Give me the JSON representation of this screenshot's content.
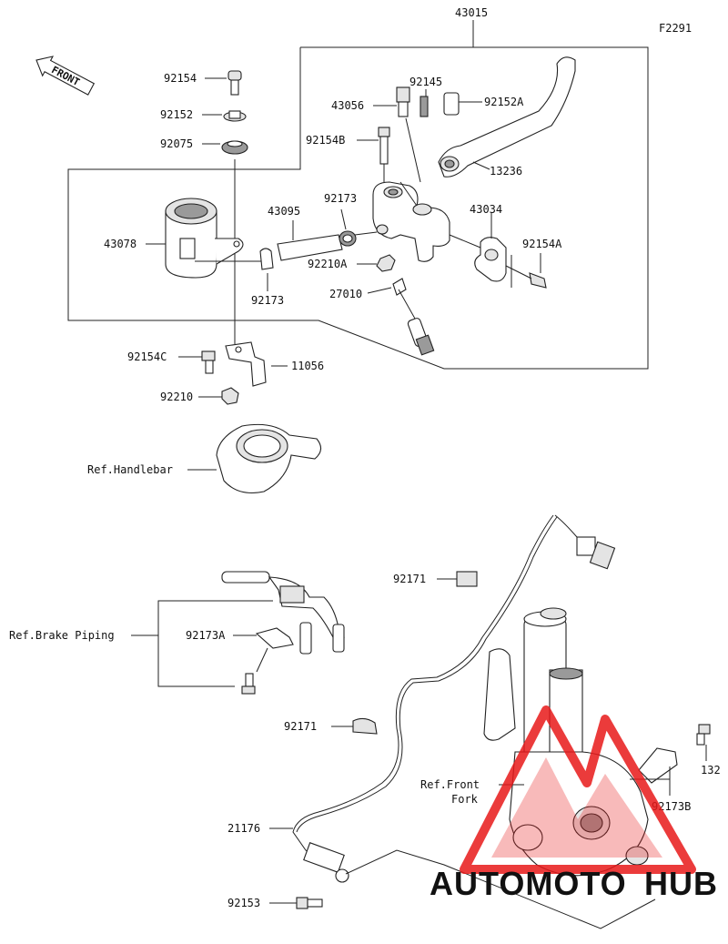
{
  "diagram": {
    "code": "F2291",
    "front_label": "FRONT",
    "assembly_label": "43015",
    "part_labels": [
      {
        "id": "92154"
      },
      {
        "id": "92152"
      },
      {
        "id": "92075"
      },
      {
        "id": "43078"
      },
      {
        "id": "43095"
      },
      {
        "id": "92173"
      },
      {
        "id": "92173"
      },
      {
        "id": "43056"
      },
      {
        "id": "92145"
      },
      {
        "id": "92152A"
      },
      {
        "id": "92154B"
      },
      {
        "id": "13236"
      },
      {
        "id": "43034"
      },
      {
        "id": "92154A"
      },
      {
        "id": "92210A"
      },
      {
        "id": "27010"
      },
      {
        "id": "92154C"
      },
      {
        "id": "11056"
      },
      {
        "id": "92210"
      },
      {
        "id": "92171"
      },
      {
        "id": "92173A"
      },
      {
        "id": "92171"
      },
      {
        "id": "132"
      },
      {
        "id": "92173B"
      },
      {
        "id": "21176"
      },
      {
        "id": "92153"
      }
    ],
    "ref_labels": {
      "handlebar": "Ref.Handlebar",
      "brake_piping": "Ref.Brake Piping",
      "front_fork_1": "Ref.Front",
      "front_fork_2": "Fork"
    }
  },
  "watermark": {
    "part1": "AUTOMOTO",
    "part2": "HUB",
    "color_primary": "#f5a623",
    "color_secondary": "#555555",
    "triangle_color": "#e8191a"
  }
}
